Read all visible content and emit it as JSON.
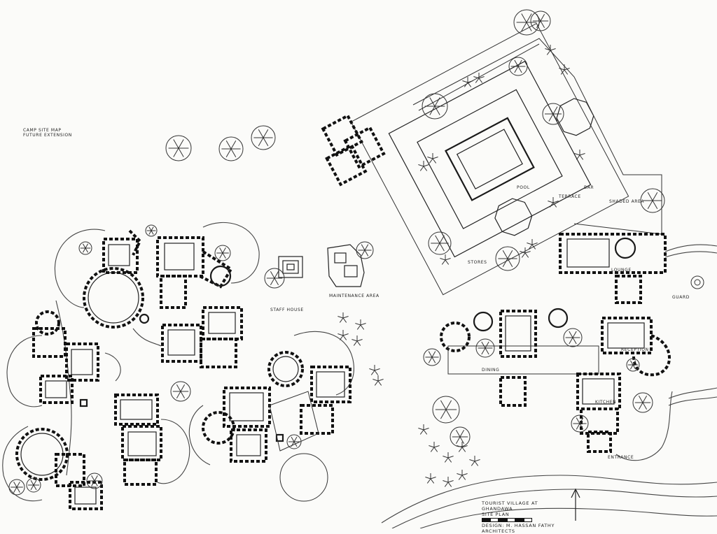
{
  "drawing": {
    "title_line1": "TOURIST VILLAGE AT GHANDAWA",
    "title_line2": "SITE PLAN",
    "title_line3": "DESIGN: M. HASSAN FATHY ARCHITECTS",
    "note_line1": "CAMP SITE MAP",
    "note_line2": "FUTURE EXTENSION"
  },
  "labels": {
    "pool": "POOL",
    "reception": "RECEPTION",
    "lounge": "LOUNGE",
    "dining": "DINING",
    "kitchen": "KITCHEN",
    "bar": "BAR",
    "stores": "STORES",
    "maintenance": "MAINTENANCE AREA",
    "guard": "GUARD",
    "terrace": "TERRACE",
    "shaded": "SHADED AREA",
    "staff": "STAFF HOUSE",
    "entrance": "ENTRANCE"
  },
  "north_icon": "north-arrow-icon",
  "colors": {
    "ink": "#111111",
    "paper": "#fbfbf9"
  }
}
